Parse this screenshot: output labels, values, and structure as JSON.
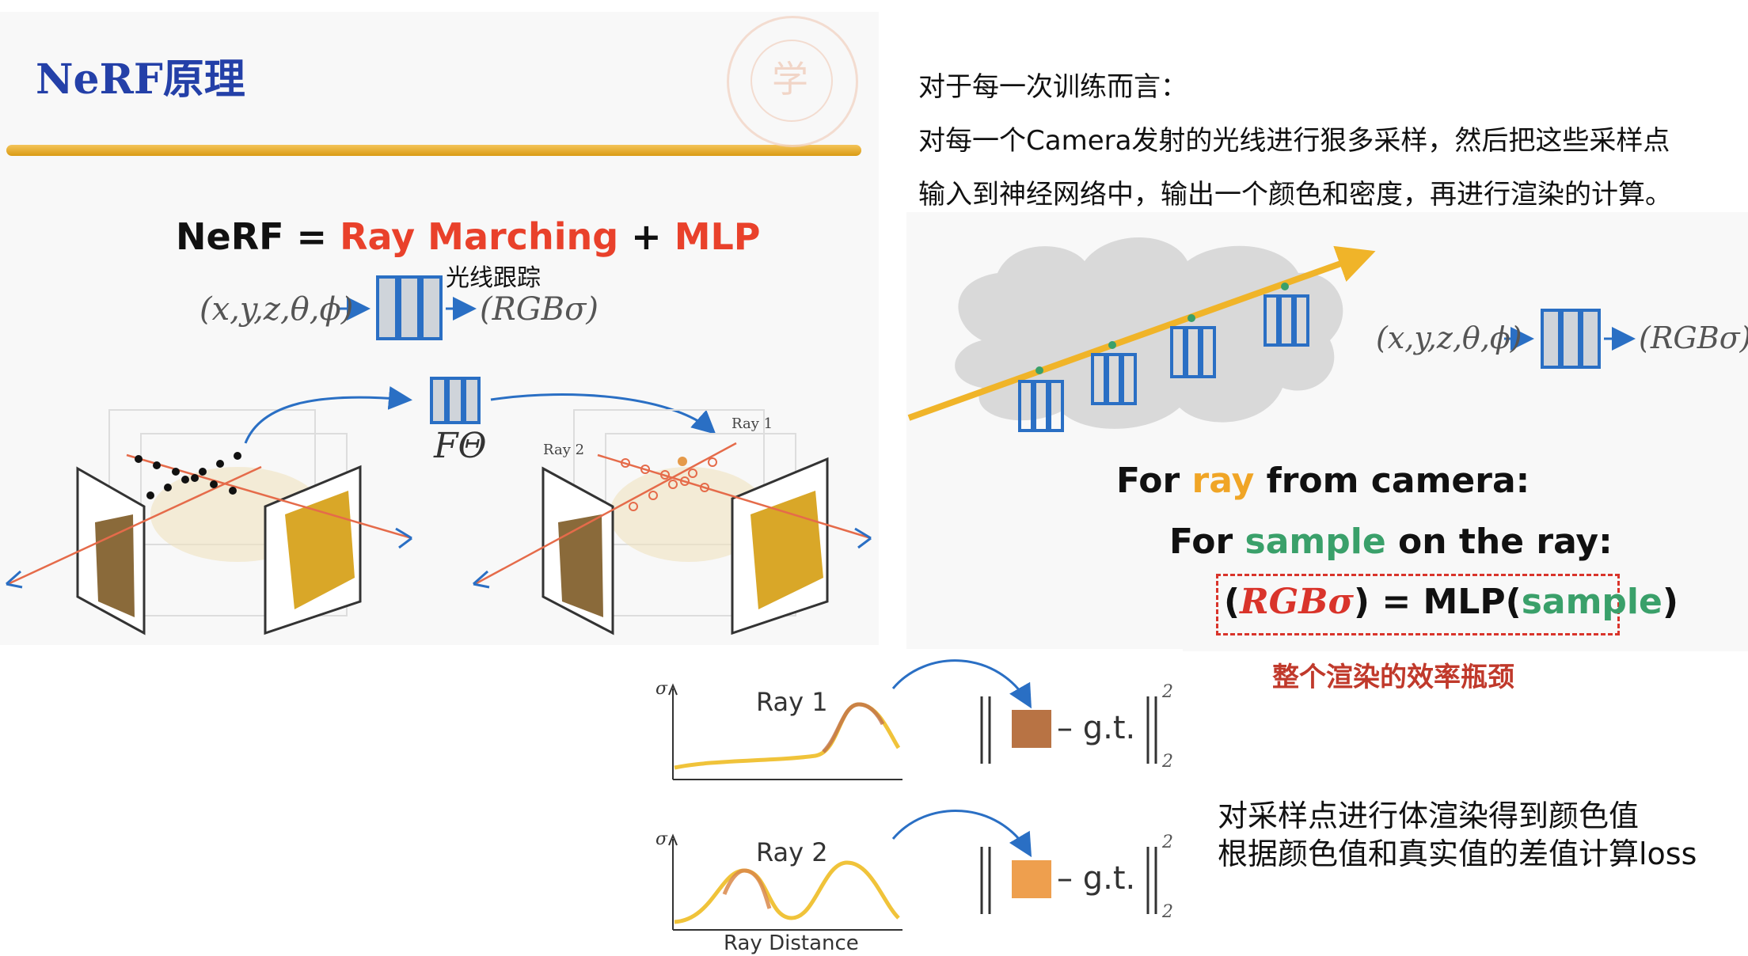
{
  "header": {
    "title": "NeRF原理"
  },
  "seal": {
    "glyph": "学"
  },
  "formula": {
    "nerf": "NeRF",
    "eq": " = ",
    "ray_marching": "Ray Marching",
    "plus": " + ",
    "mlp": "MLP"
  },
  "formula_note": "光线跟踪",
  "pipeline": {
    "input": "(x,y,z,θ,ϕ)",
    "output": "(RGBσ)"
  },
  "scene": {
    "network_label": "FΘ",
    "ray1_label": "Ray 1",
    "ray2_label": "Ray 2"
  },
  "description": [
    "对于每一次训练而言：",
    "对每一个Camera发射的光线进行狠多采样，然后把这些采样点",
    "输入到神经网络中，输出一个颜色和密度，再进行渲染的计算。"
  ],
  "loop": {
    "line1_a": "For ",
    "line1_ray": "ray",
    "line1_b": " from camera:",
    "line2_a": "For ",
    "line2_sample": "sample",
    "line2_b": " on the ray:",
    "line3_a": "(",
    "line3_rgb": "RGBσ",
    "line3_b": ") = MLP(",
    "line3_sample": "sample",
    "line3_c": ")"
  },
  "bottleneck": "整个渲染的效率瓶颈",
  "charts": {
    "ray1": "Ray 1",
    "ray2": "Ray 2",
    "sigma": "σ",
    "xlabel": "Ray Distance",
    "gt": "– g.t.",
    "exp_sup": "2",
    "exp_sub": "2",
    "ray1_color": "#b87344",
    "ray2_color": "#ee9f4e"
  },
  "loss_text": [
    "对采样点进行体渲染得到颜色值",
    "根据颜色值和真实值的差值计算loss"
  ],
  "colors": {
    "accent_blue": "#2a6fc4",
    "ray_yellow": "#f0b429",
    "title_blue": "#2440a8",
    "red": "#e9412b",
    "green": "#3aa06a"
  }
}
